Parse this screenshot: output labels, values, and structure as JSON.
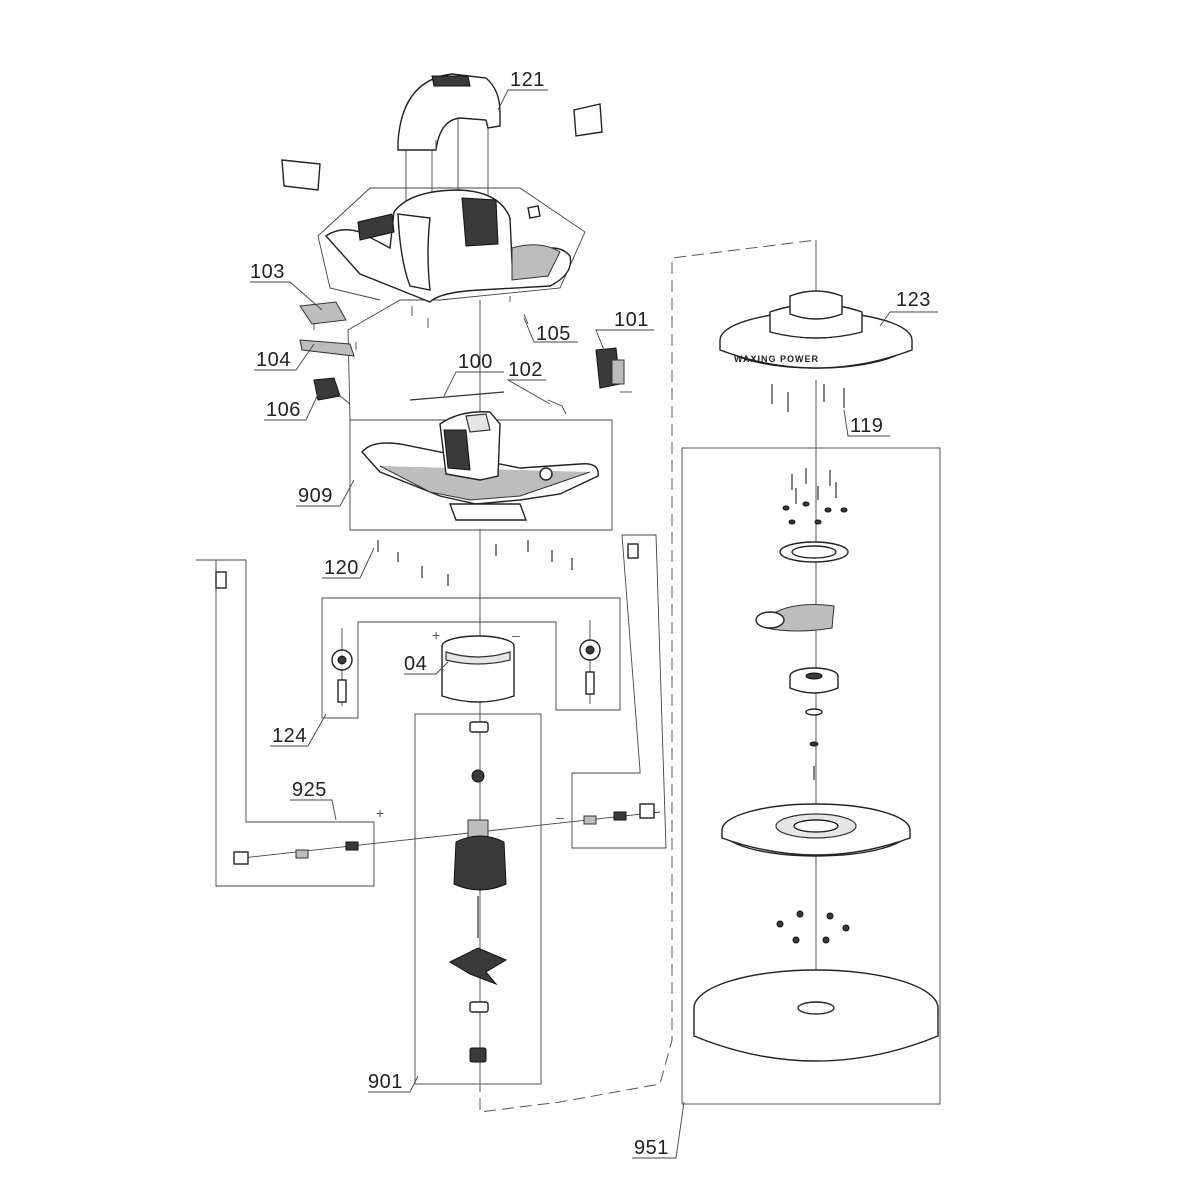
{
  "callouts": {
    "c121": "121",
    "c103": "103",
    "c104": "104",
    "c106": "106",
    "c105": "105",
    "c101": "101",
    "c100": "100",
    "c102": "102",
    "c909": "909",
    "c120": "120",
    "c04": "04",
    "c124": "124",
    "c925": "925",
    "c901": "901",
    "c123": "123",
    "c119": "119",
    "c951": "951"
  },
  "marks": {
    "plus": "+",
    "minus": "–"
  },
  "brand_text": "WAXING POWER"
}
